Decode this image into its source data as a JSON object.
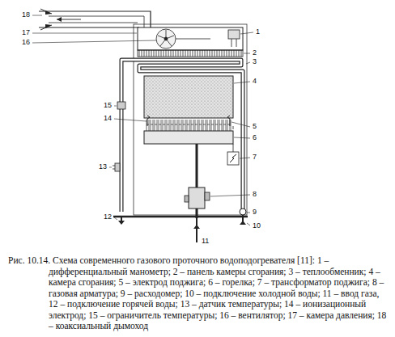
{
  "diagram": {
    "caption": "Рис. 10.14. Схема современного газового проточного водоподогревателя [11]: 1 – дифференциальный манометр; 2 – панель камеры сгорания; 3 – теплообменник; 4 – камера сгорания; 5 – электрод поджига; 6 – горелка; 7 – трансформатор поджига; 8 – газовая арматура; 9 – расходомер; 10 – подключение холодной воды; 11 – ввод газа, 12 – подключение горячей воды; 13 – датчик температуры; 14 – ионизационный электрод; 15 – ограничитель температуры; 16 – вентилятор; 17 – камера давления; 18 – коаксиальный дымоход",
    "labels": [
      "18",
      "1",
      "17",
      "16",
      "2",
      "3",
      "4",
      "15",
      "14",
      "5",
      "6",
      "7",
      "13",
      "8",
      "9",
      "12",
      "10",
      "11"
    ]
  }
}
